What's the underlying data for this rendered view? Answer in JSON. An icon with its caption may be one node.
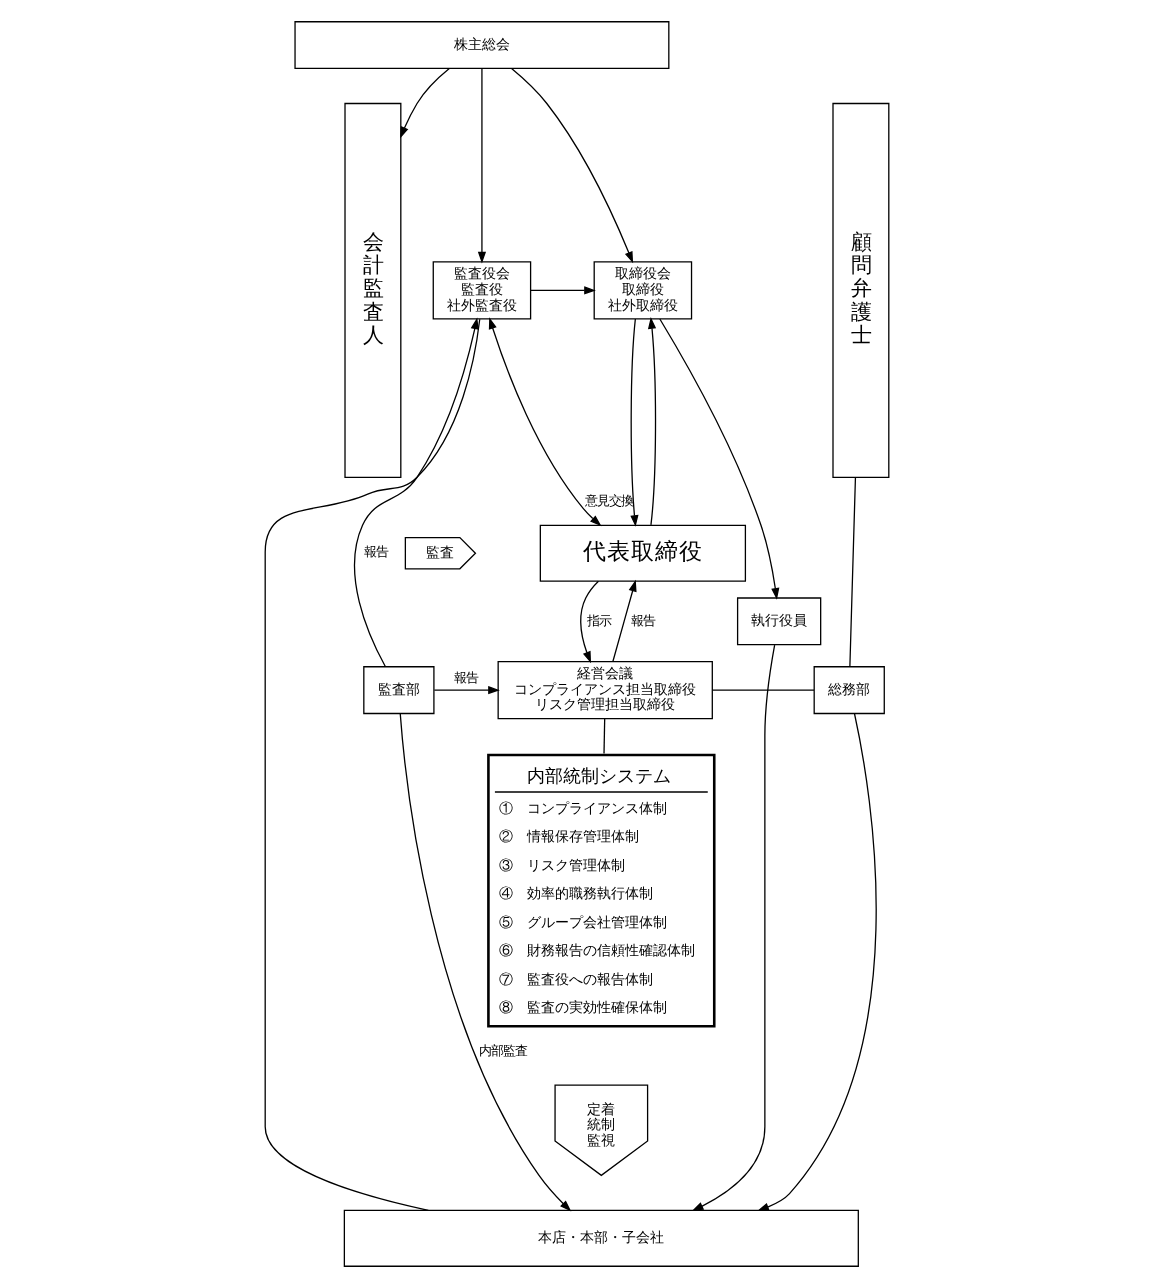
{
  "diagram": {
    "nodes": [
      {
        "text": [
          "株主総会"
        ]
      },
      {
        "text": [
          "会計監査人"
        ]
      },
      {
        "text": [
          "監査役会",
          "監査役",
          "社外監査役"
        ]
      },
      {
        "text": [
          "取締役会",
          "取締役",
          "社外取締役"
        ]
      },
      {
        "text": [
          "執行役員"
        ]
      },
      {
        "text": [
          "代表取締役"
        ]
      },
      {
        "text": [
          "顧問弁護士"
        ]
      },
      {
        "text": [
          "監査"
        ]
      },
      {
        "text": [
          "監査部"
        ]
      },
      {
        "text": [
          "経営会議",
          "コンプライアンス担当取締役",
          "リスク管理担当取締役"
        ]
      },
      {
        "text": [
          "総務部"
        ]
      },
      {
        "text": [
          "内部統制システム",
          "①　コンプライアンス体制",
          "②　情報保存管理体制",
          "③　リスク管理体制",
          "④　効率的職務執行体制",
          "⑤　グループ会社管理体制",
          "⑥　財務報告の信頼性確認体制",
          "⑦　監査役への報告体制",
          "⑧　監査の実効性確保体制"
        ]
      },
      {
        "text": [
          "定着",
          "統制",
          "監視"
        ]
      },
      {
        "text": [
          "本店・本部・子会社"
        ]
      }
    ],
    "edges": [
      {
        "from": 0,
        "to": 1,
        "arrow": "to"
      },
      {
        "from": 0,
        "to": 2,
        "arrow": "to"
      },
      {
        "from": 0,
        "to": 3,
        "arrow": "to"
      },
      {
        "from": 2,
        "to": 3,
        "arrow": "to"
      },
      {
        "from": 3,
        "to": 4,
        "arrow": "to"
      },
      {
        "from": 5,
        "to": 3,
        "arrow": "to"
      },
      {
        "from": 3,
        "to": 5,
        "arrow": "to"
      },
      {
        "from": 2,
        "to": 5,
        "arrow": "both",
        "label": "意見交換"
      },
      {
        "from": 8,
        "to": 2,
        "arrow": "to",
        "label": "報告"
      },
      {
        "from": 9,
        "to": 5,
        "arrow": "to",
        "label": "報告"
      },
      {
        "from": 5,
        "to": 9,
        "arrow": "to",
        "label": "指示"
      },
      {
        "from": 8,
        "to": 9,
        "arrow": "to",
        "label": "報告"
      },
      {
        "from": 8,
        "to": 13,
        "arrow": "to",
        "label": "内部監査"
      },
      {
        "from": 2,
        "to": 13,
        "arrow": "none"
      },
      {
        "from": 9,
        "to": 10,
        "arrow": "none"
      },
      {
        "from": 9,
        "to": 11,
        "arrow": "none"
      },
      {
        "from": 10,
        "to": 6,
        "arrow": "none"
      },
      {
        "from": 4,
        "to": 13,
        "arrow": "to"
      },
      {
        "from": 10,
        "to": 13,
        "arrow": "to"
      }
    ]
  }
}
